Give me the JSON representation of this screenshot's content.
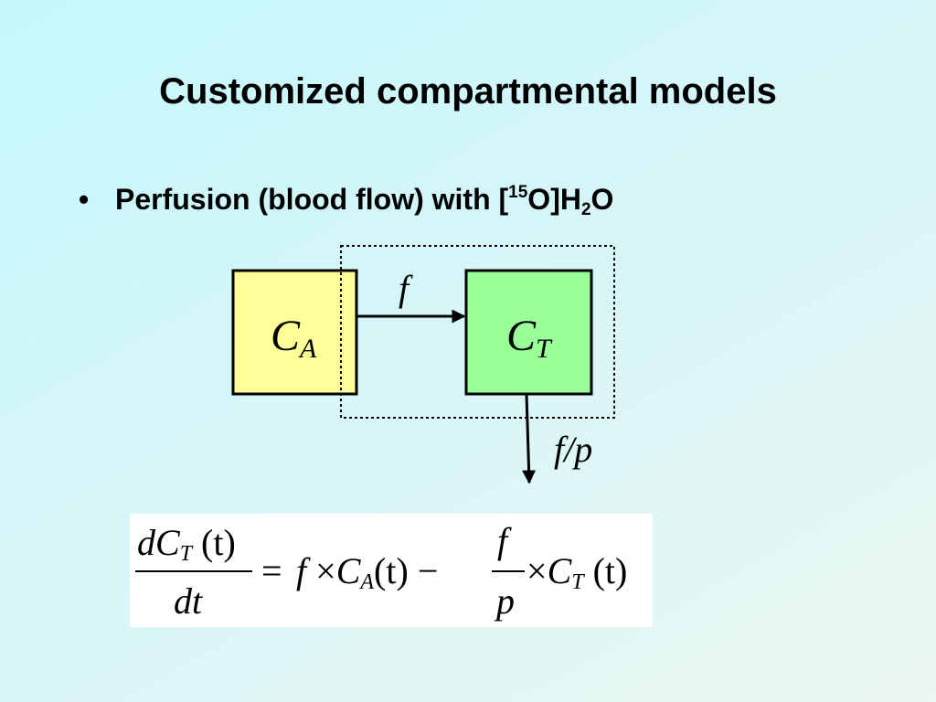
{
  "slide": {
    "title": "Customized compartmental models",
    "bullet": {
      "marker": "•",
      "text_before": "Perfusion (blood flow) with [",
      "superscript": "15",
      "text_middle": "O]H",
      "subscript": "2",
      "text_after": "O"
    }
  },
  "diagram": {
    "arterial_box": {
      "main": "C",
      "sub": "A",
      "fill": "#ffff99"
    },
    "tissue_box": {
      "main": "C",
      "sub": "T",
      "fill": "#99ff99"
    },
    "inflow_label": "f",
    "outflow_label": "f/p"
  },
  "equation": {
    "lhs_numerator": {
      "d": "d",
      "C": "C",
      "sub": "T",
      "arg": "(t)"
    },
    "lhs_denominator": "dt",
    "equals": "=",
    "term1": {
      "f": "f",
      "times": "×",
      "C": "C",
      "sub": "A",
      "arg": "(t)"
    },
    "minus": "−",
    "frac2": {
      "numerator": "f",
      "denominator": "p"
    },
    "term2": {
      "times": "×",
      "C": "C",
      "sub": "T",
      "arg": "(t)"
    }
  }
}
